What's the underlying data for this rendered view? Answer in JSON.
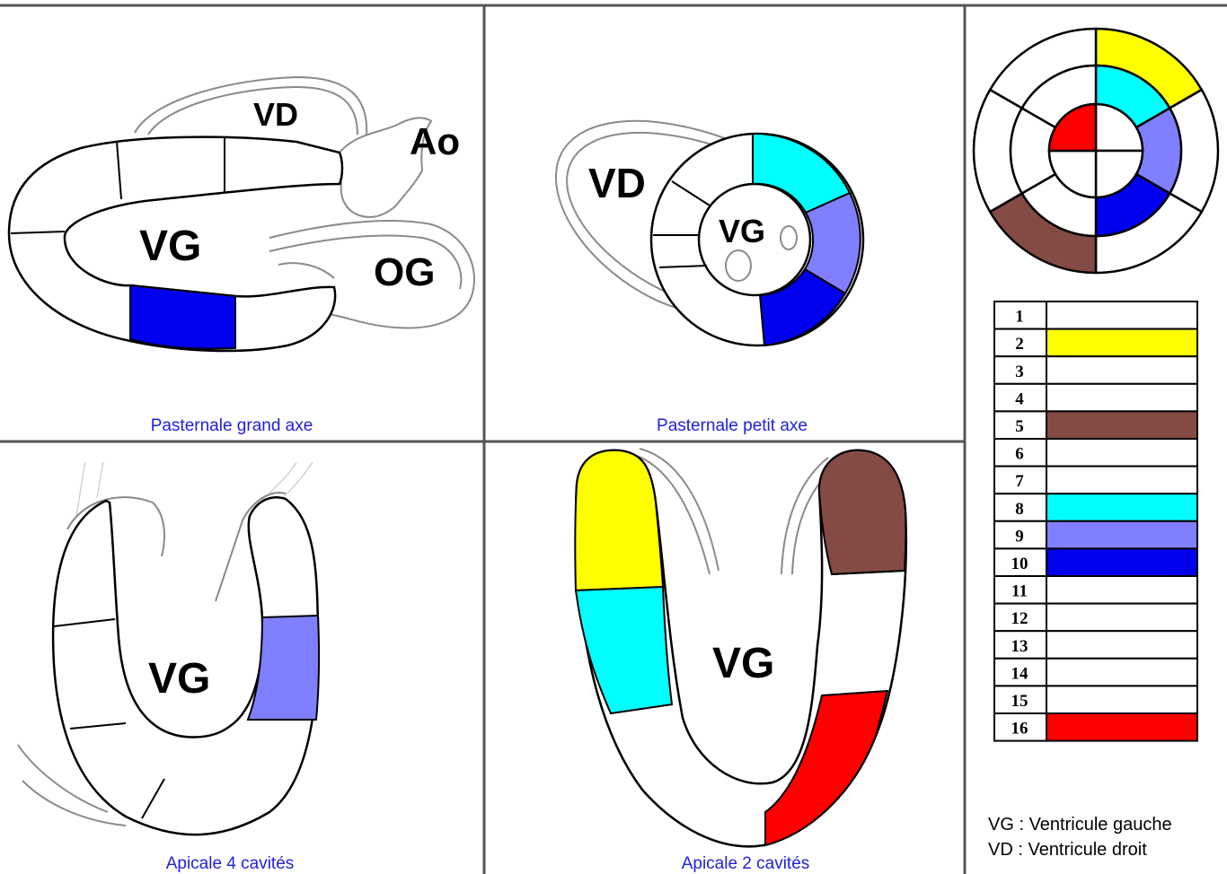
{
  "colors": {
    "white": "#ffffff",
    "yellow": "#ffff00",
    "brown": "#844a44",
    "cyan": "#00ffff",
    "periwinkle": "#7f7fff",
    "blue": "#0000ee",
    "red": "#ff0000",
    "caption": "#2020e0"
  },
  "panels": {
    "plax": {
      "caption": "Pasternale grand axe",
      "labels": {
        "vd": "VD",
        "ao": "Ao",
        "vg": "VG",
        "og": "OG"
      }
    },
    "psax": {
      "caption": "Pasternale petit axe",
      "labels": {
        "vd": "VD",
        "vg": "VG"
      }
    },
    "a4c": {
      "caption": "Apicale 4 cavités",
      "labels": {
        "vg": "VG"
      }
    },
    "a2c": {
      "caption": "Apicale 2 cavités",
      "labels": {
        "vg": "VG"
      }
    }
  },
  "segments": [
    {
      "number": "1",
      "color": "white"
    },
    {
      "number": "2",
      "color": "yellow"
    },
    {
      "number": "3",
      "color": "white"
    },
    {
      "number": "4",
      "color": "white"
    },
    {
      "number": "5",
      "color": "brown"
    },
    {
      "number": "6",
      "color": "white"
    },
    {
      "number": "7",
      "color": "white"
    },
    {
      "number": "8",
      "color": "cyan"
    },
    {
      "number": "9",
      "color": "periwinkle"
    },
    {
      "number": "10",
      "color": "blue"
    },
    {
      "number": "11",
      "color": "white"
    },
    {
      "number": "12",
      "color": "white"
    },
    {
      "number": "13",
      "color": "white"
    },
    {
      "number": "14",
      "color": "white"
    },
    {
      "number": "15",
      "color": "white"
    },
    {
      "number": "16",
      "color": "red"
    }
  ],
  "legend": {
    "vg": "VG : Ventricule gauche",
    "vd": "VD : Ventricule droit"
  }
}
